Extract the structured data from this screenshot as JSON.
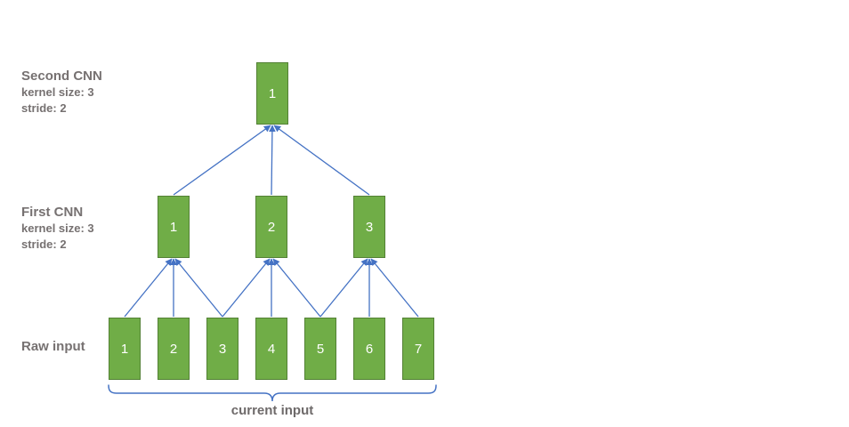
{
  "diagram": {
    "title_hint": "CNN receptive field diagram",
    "layers": [
      {
        "id": "second-cnn",
        "label": {
          "title": "Second CNN",
          "line1": "kernel size: 3",
          "line2": "stride: 2"
        },
        "boxes": [
          "1"
        ]
      },
      {
        "id": "first-cnn",
        "label": {
          "title": "First CNN",
          "line1": "kernel size: 3",
          "line2": "stride: 2"
        },
        "boxes": [
          "1",
          "2",
          "3"
        ]
      },
      {
        "id": "raw-input",
        "label": {
          "title": "Raw input"
        },
        "boxes": [
          "1",
          "2",
          "3",
          "4",
          "5",
          "6",
          "7"
        ]
      }
    ],
    "connections": {
      "first_cnn_inputs": [
        [
          1,
          2,
          3
        ],
        [
          3,
          4,
          5
        ],
        [
          5,
          6,
          7
        ]
      ],
      "second_cnn_inputs": [
        [
          1,
          2,
          3
        ]
      ]
    },
    "annotation": {
      "brace_label": "current input"
    },
    "colors": {
      "box_fill": "#70AD47",
      "box_border": "#538135",
      "arrow": "#4472C4",
      "label_text": "#767171",
      "box_text": "#FFFFFF",
      "background": "#FFFFFF"
    }
  }
}
